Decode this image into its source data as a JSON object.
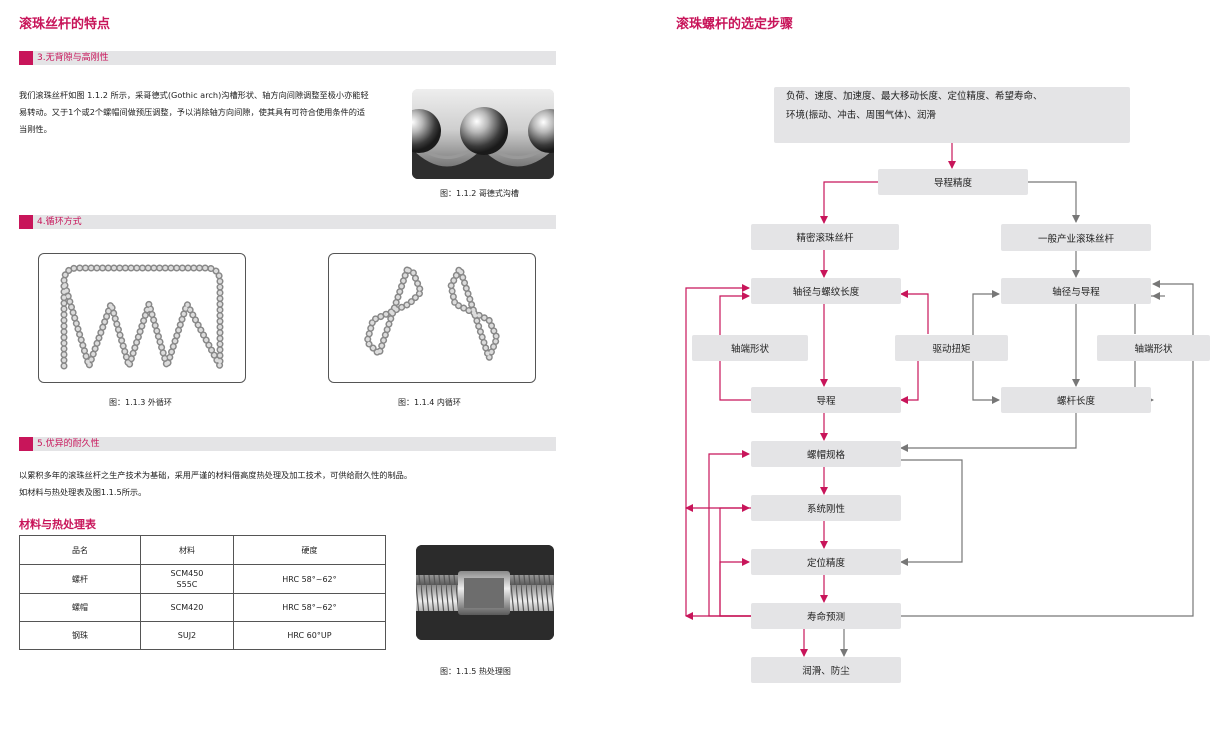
{
  "left": {
    "title": "滚珠丝杆的特点",
    "sec3": {
      "label": "3.无背隙与高刚性",
      "para_lines": [
        "我们滚珠丝杆如图 1.1.2 所示，采哥德式(Gothic arch)沟槽形状、轴方向间隙调整至极小亦能轻",
        "易转动。又于1个或2个螺帽间做预压调整，予以消除轴方向间隙，使其具有可符合使用条件的适",
        "当刚性。"
      ],
      "caption": "图：1.1.2 哥德式沟槽"
    },
    "sec4": {
      "label": "4.循环方式",
      "caption_outer": "图：1.1.3 外循环",
      "caption_inner": "图：1.1.4 内循环"
    },
    "sec5": {
      "label": "5.优异的耐久性",
      "para_lines": [
        "以累积多年的滚珠丝杆之生产技术为基础，采用严谨的材料借高度热处理及加工技术，可供给耐久性的制品。",
        "如材料与热处理表及图1.1.5所示。"
      ]
    },
    "table": {
      "title": "材料与热处理表",
      "headers": [
        "品名",
        "材料",
        "硬度"
      ],
      "rows": [
        {
          "name": "螺杆",
          "material_1": "SCM450",
          "material_2": "S55C",
          "hardness": "HRC 58°~62°"
        },
        {
          "name": "螺帽",
          "material_1": "SCM420",
          "material_2": "",
          "hardness": "HRC 58°~62°"
        },
        {
          "name": "钢珠",
          "material_1": "SUJ2",
          "material_2": "",
          "hardness": "HRC 60°UP"
        }
      ],
      "caption": "图：1.1.5 热处理图"
    }
  },
  "right": {
    "title": "滚珠螺杆的选定步骤",
    "flow": {
      "start_line1": "负荷、速度、加速度、最大移动长度、定位精度、希望寿命、",
      "start_line2": "环境(振动、冲击、周围气体)、润滑",
      "lead_accuracy": "导程精度",
      "precision": "精密滚珠丝杆",
      "general": "一般产业滚珠丝杆",
      "shaft_thread": "轴径与螺纹长度",
      "shaft_lead": "轴径与导程",
      "shaft_end_left": "轴端形状",
      "drive_torque": "驱动扭矩",
      "shaft_end_right": "轴端形状",
      "lead": "导程",
      "screw_length": "螺杆长度",
      "nut_spec": "螺帽规格",
      "rigidity": "系统刚性",
      "positioning": "定位精度",
      "life": "寿命预测",
      "lubrication": "润滑、防尘"
    },
    "colors": {
      "accent": "#c8155a",
      "gray_arrow": "#777777",
      "box": "#e4e4e6"
    }
  }
}
